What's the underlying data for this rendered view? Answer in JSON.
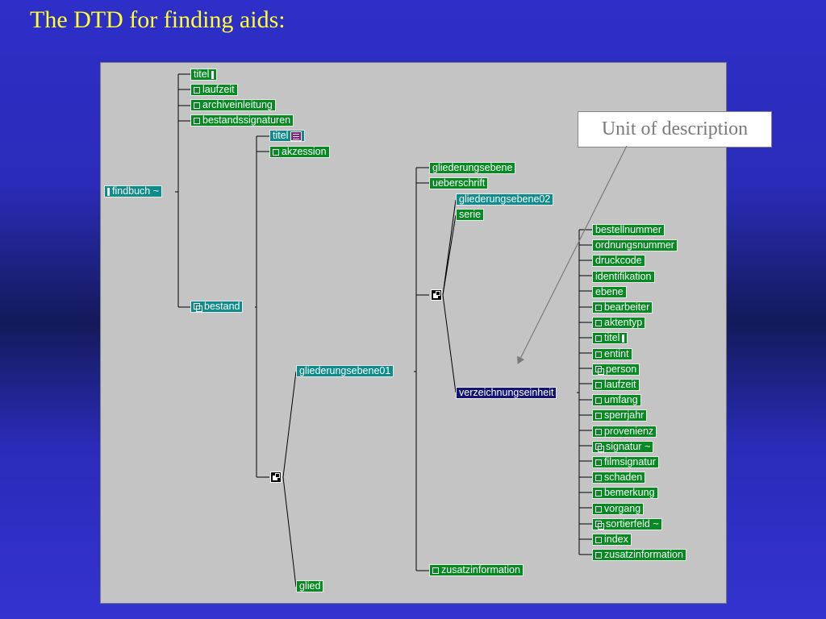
{
  "slide": {
    "title": "The DTD for finding aids:"
  },
  "callout": {
    "text": "Unit of description"
  },
  "nodes": {
    "findbuch": "findbuch ~",
    "titel_root": "titel",
    "laufzeit_root": "laufzeit",
    "archiveinleitung": "archiveinleitung",
    "bestandssignaturen": "bestandssignaturen",
    "bestand": "bestand",
    "titel_bestand": "titel",
    "akzession": "akzession",
    "gliederungsebene01": "gliederungsebene01",
    "glied": "glied",
    "gliederungsebene": "gliederungsebene",
    "ueberschrift": "ueberschrift",
    "gliederungsebene02": "gliederungsebene02",
    "serie": "serie",
    "verzeichnungseinheit": "verzeichnungseinheit",
    "zusatzinformation_glied": "zusatzinformation",
    "ve_children": [
      "bestellnummer",
      "ordnungsnummer",
      "druckcode",
      "identifikation",
      "ebene",
      "bearbeiter",
      "aktentyp",
      "titel",
      "entint",
      "person",
      "laufzeit",
      "umfang",
      "sperrjahr",
      "provenienz",
      "signatur ~",
      "filmsignatur",
      "schaden",
      "bemerkung",
      "vorgang",
      "sortierfeld ~",
      "index",
      "zusatzinformation"
    ]
  },
  "ve_child_icons": [
    "none",
    "none",
    "none",
    "none",
    "none",
    "checkbox-icon",
    "checkbox-icon",
    "checkbox-icon",
    "checkbox-icon",
    "double-box-icon",
    "checkbox-icon",
    "checkbox-icon",
    "checkbox-icon",
    "checkbox-icon",
    "double-box-icon",
    "checkbox-icon",
    "checkbox-icon",
    "checkbox-icon",
    "checkbox-icon",
    "double-box-icon",
    "checkbox-icon",
    "checkbox-icon"
  ],
  "colors": {
    "element_green": "#088a22",
    "element_teal": "#0e8c8c",
    "element_selected": "#141474",
    "title_yellow": "#ffff33",
    "panel_grey": "#c4c4c4"
  }
}
